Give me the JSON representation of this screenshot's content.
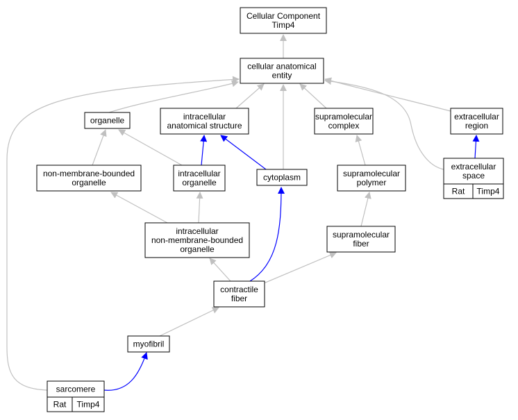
{
  "colors": {
    "gray_edge": "#c0c0c0",
    "blue_edge": "#0000ff",
    "badge_fill": "#ffd700"
  },
  "nodes": {
    "root": {
      "lines": [
        "Cellular Component",
        "Timp4"
      ]
    },
    "cae": {
      "lines": [
        "cellular anatomical",
        "entity"
      ]
    },
    "organelle": {
      "lines": [
        "organelle"
      ]
    },
    "ias": {
      "lines": [
        "intracellular",
        "anatomical structure"
      ]
    },
    "smc": {
      "lines": [
        "supramolecular",
        "complex"
      ]
    },
    "ecr": {
      "lines": [
        "extracellular",
        "region"
      ]
    },
    "nmbo": {
      "lines": [
        "non-membrane-bounded",
        "organelle"
      ]
    },
    "io": {
      "lines": [
        "intracellular",
        "organelle"
      ]
    },
    "cyto": {
      "lines": [
        "cytoplasm"
      ]
    },
    "smp": {
      "lines": [
        "supramolecular",
        "polymer"
      ]
    },
    "ecs": {
      "lines": [
        "extracellular",
        "space"
      ],
      "badges": [
        "Rat",
        "Timp4"
      ]
    },
    "inmbo": {
      "lines": [
        "intracellular",
        "non-membrane-bounded",
        "organelle"
      ]
    },
    "smf": {
      "lines": [
        "supramolecular",
        "fiber"
      ]
    },
    "cf": {
      "lines": [
        "contractile",
        "fiber"
      ]
    },
    "myo": {
      "lines": [
        "myofibril"
      ]
    },
    "sarc": {
      "lines": [
        "sarcomere"
      ],
      "badges": [
        "Rat",
        "Timp4"
      ]
    }
  }
}
